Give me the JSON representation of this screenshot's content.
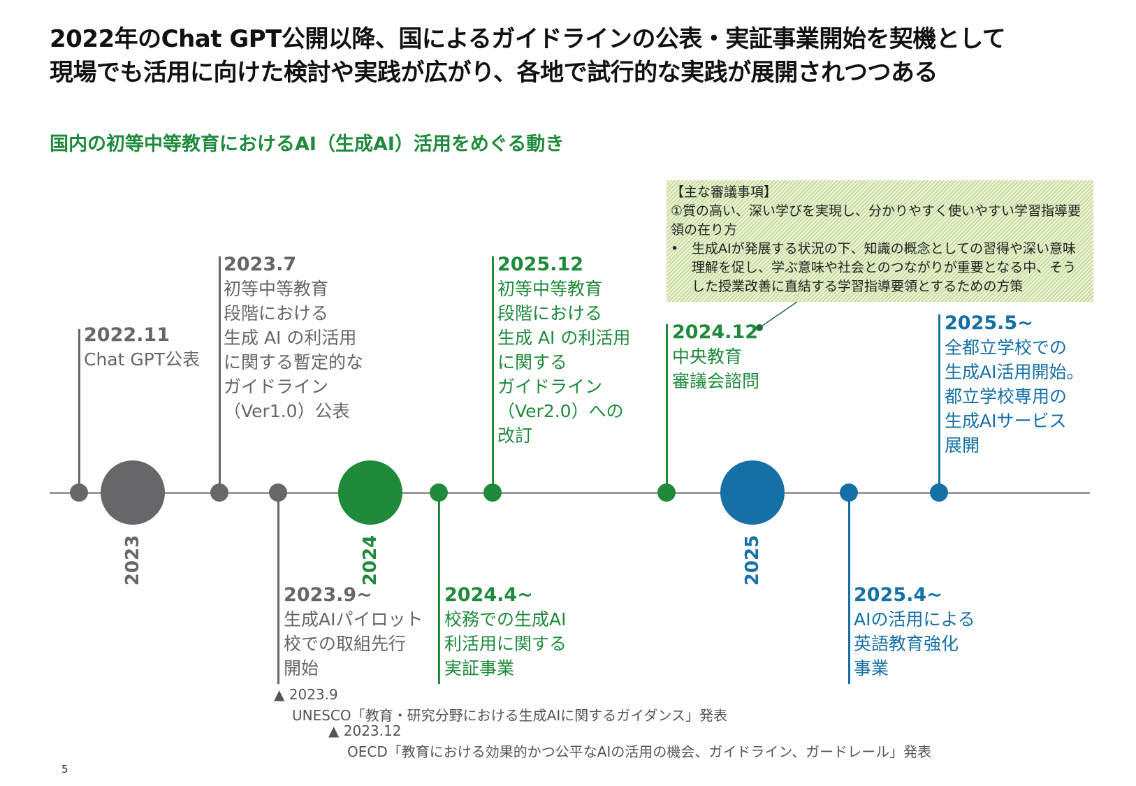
{
  "title": {
    "line1": "2022年のChat GPT公開以降、国によるガイドラインの公表・実証事業開始を契機として",
    "line2": "現場でも活用に向けた検討や実践が広がり、各地で試行的な実践が展開されつつある"
  },
  "subtitle": "国内の初等中等教育におけるAI（生成AI）活用をめぐる動き",
  "years": [
    "2023",
    "2024",
    "2025"
  ],
  "events_above": [
    {
      "date": "2022.11",
      "lines": [
        "Chat GPT公表"
      ]
    },
    {
      "date": "2023.7",
      "lines": [
        "初等中等教育",
        "段階における",
        "生成 AI の利活用",
        "に関する暫定的な",
        "ガイドライン",
        "（Ver1.0）公表"
      ]
    },
    {
      "date": "2025.12",
      "lines": [
        "初等中等教育",
        "段階における",
        "生成 AI の利活用",
        "に関する",
        "ガイドライン",
        "（Ver2.0）への",
        "改訂"
      ]
    },
    {
      "date": "2024.12",
      "lines": [
        "中央教育",
        "審議会諮問"
      ]
    },
    {
      "date": "2025.5~",
      "lines": [
        "全都立学校での",
        "生成AI活用開始。",
        "都立学校専用の",
        "生成AIサービス",
        "展開"
      ]
    }
  ],
  "events_below": [
    {
      "date": "2023.9~",
      "lines": [
        "生成AIパイロット",
        "校での取組先行",
        "開始"
      ]
    },
    {
      "date": "2024.4~",
      "lines": [
        "校務での生成AI",
        "利活用に関する",
        "実証事業"
      ]
    },
    {
      "date": "2025.4~",
      "lines": [
        "AIの活用による",
        "英語教育強化",
        "事業"
      ]
    }
  ],
  "note": {
    "heading": "【主な審議事項】",
    "item": "①質の高い、深い学びを実現し、分かりやすく使いやすい学習指導要領の在り方",
    "bullet_mark": "•",
    "bullet": "生成AIが発展する状況の下、知識の概念としての習得や深い意味理解を促し、学ぶ意味や社会とのつながりが重要となる中、そうした授業改善に直結する学習指導要領とするための方策"
  },
  "footnotes": [
    {
      "date": "▲ 2023.9",
      "text": "UNESCO「教育・研究分野における生成AIに関するガイダンス」発表"
    },
    {
      "date": "▲ 2023.12",
      "text": "OECD「教育における効果的かつ公平なAIの活用の機会、ガイドライン、ガードレール」発表"
    }
  ],
  "page_number": "5",
  "colors": {
    "gray": "#67666b",
    "green": "#1e8a3a",
    "blue": "#1570a6"
  }
}
